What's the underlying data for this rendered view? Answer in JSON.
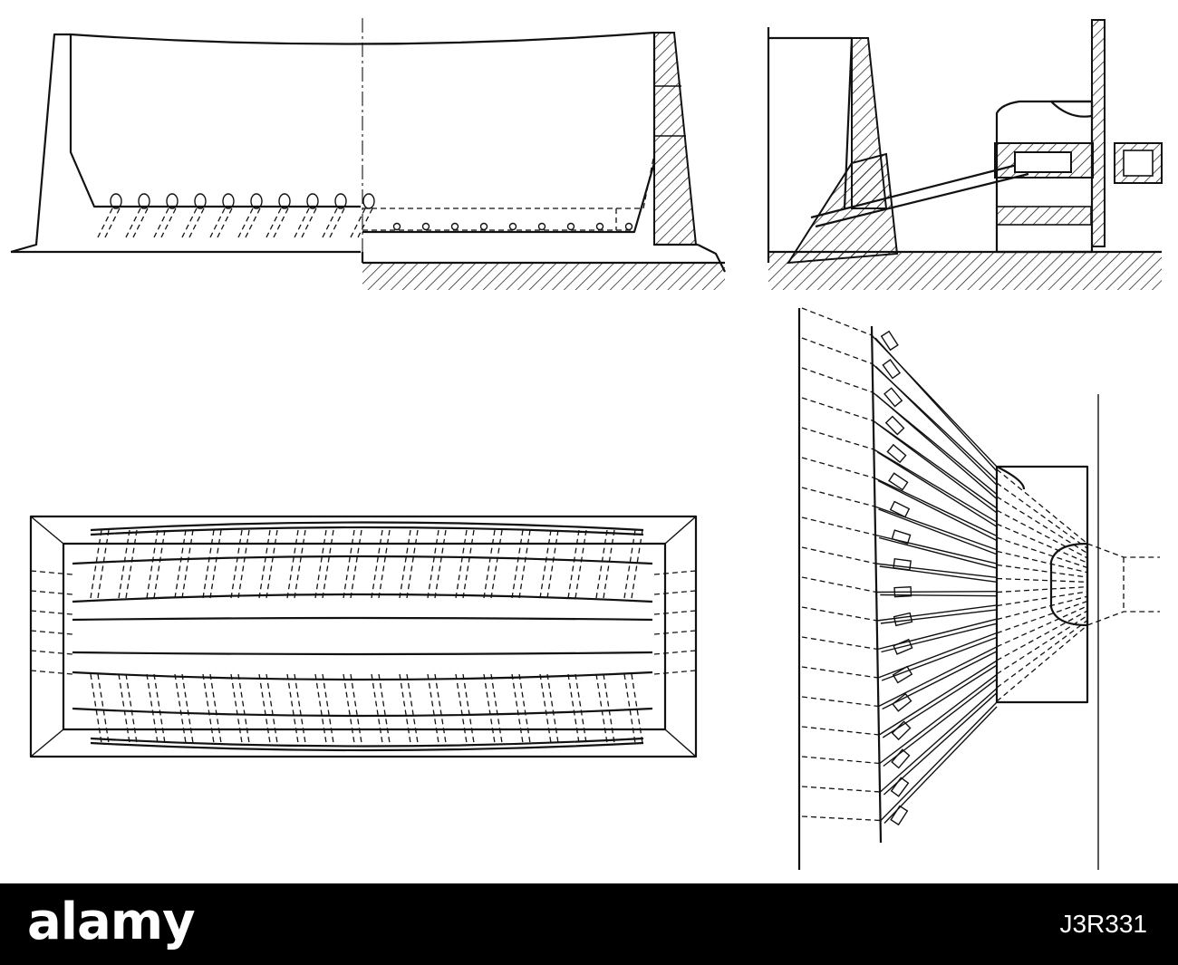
{
  "footer": {
    "logo_text": "alamy",
    "stock_id": "J3R331",
    "background_color": "#000000",
    "text_color": "#ffffff"
  },
  "drawing": {
    "ink_color": "#111111",
    "paper_color": "#ffffff",
    "views": [
      {
        "name": "side-elevation-section"
      },
      {
        "name": "end-section-with-mechanism"
      },
      {
        "name": "plan-view"
      },
      {
        "name": "fan-plan-view"
      }
    ]
  }
}
